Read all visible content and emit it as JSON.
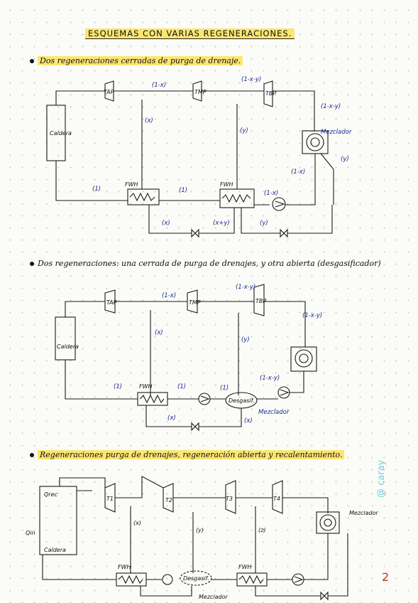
{
  "title": "ESQUEMAS CON VARIAS REGENERACIONES.",
  "sections": [
    {
      "heading": "Dos regeneraciones cerradas de purga de drenaje.",
      "labels": {
        "boiler": "Caldera",
        "tap": "TAP",
        "tmp": "TMP",
        "tbp": "TBP",
        "fwh1": "FWH",
        "fwh2": "FWH",
        "mezclador": "Mezclador",
        "f1": "(1-x)",
        "f2": "(1-x-y)",
        "f3": "(x)",
        "f4": "(y)",
        "f5": "(1-x-y)",
        "f6": "(y)",
        "f7": "(1-x)",
        "f8": "(1-x)",
        "f9": "(1)",
        "f10": "(1)",
        "f11": "(x)",
        "f12": "(x+y)",
        "f13": "(y)"
      }
    },
    {
      "heading": "Dos regeneraciones: una cerrada de purga de drenajes, y otra abierta (desgasificador)",
      "labels": {
        "boiler": "Caldera",
        "tap": "TAP",
        "tmp": "TMP",
        "tbp": "TBP",
        "fwh": "FWH",
        "desgas": "Desgasif.",
        "mezclador": "Mezclador",
        "f1": "(1-x)",
        "f2": "(1-x-y)",
        "f3": "(1-x-y)",
        "f4": "(x)",
        "f5": "(y)",
        "f6": "(1-x-y)",
        "f7": "(1)",
        "f8": "(1)",
        "f9": "(x)",
        "f10": "(x)",
        "f11": "(1)"
      }
    },
    {
      "heading": "Regeneraciones purga de drenajes, regeneración abierta y recalentamiento.",
      "labels": {
        "qrec": "Qrec",
        "qin": "Qin",
        "boiler": "Caldera",
        "t1": "T1",
        "t2": "T2",
        "t3": "T3",
        "t4": "T4",
        "fwh1": "FWH",
        "fwh2": "FWH",
        "desgas": "Desgasif.",
        "mezclador": "Mezclador",
        "mezclador2": "Mezclador",
        "f1": "(x)",
        "f2": "(y)",
        "f3": "(z)"
      }
    }
  ],
  "page_number": "2",
  "watermark": "@ caray",
  "icons": [
    "pump-icon",
    "valve-icon",
    "condenser-icon",
    "heat-exchanger-icon"
  ]
}
